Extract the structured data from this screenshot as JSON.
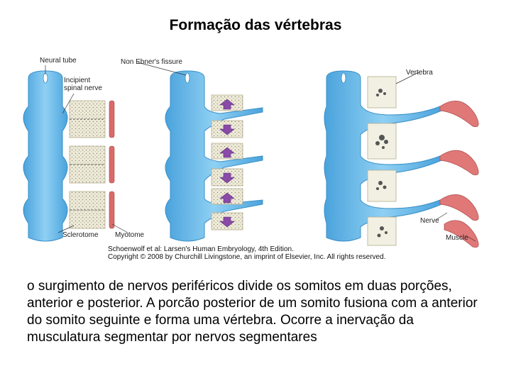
{
  "title": "Formação das vértebras",
  "figure": {
    "labels": {
      "neural_tube": "Neural tube",
      "incipient_spinal_nerve": "Incipient\nspinal nerve",
      "von_ebner_fissure": "Non Ebner's fissure",
      "vertebra": "Vertebra",
      "sclerotome": "Sclerotome",
      "myotome": "Myotome",
      "nerve": "Nerve",
      "muscle": "Muscle"
    },
    "credit_line1": "Schoenwolf et al: Larsen's Human Embryology, 4th Edition.",
    "credit_line2": "Copyright © 2008 by Churchill Livingstone, an imprint of Elsevier, Inc. All rights reserved.",
    "colors": {
      "neural_tube": "#6ab8e8",
      "sclerotome": "#eeebd9",
      "myotome": "#d86a6a",
      "arrow": "#8a4aa8",
      "muscle": "#e07878"
    }
  },
  "caption": "o surgimento de nervos periféricos divide os somitos em duas porções, anterior e posterior. A porcão posterior de um somito fusiona com a anterior do somito seguinte e forma uma vértebra. Ocorre a inervação da musculatura segmentar por nervos segmentares"
}
